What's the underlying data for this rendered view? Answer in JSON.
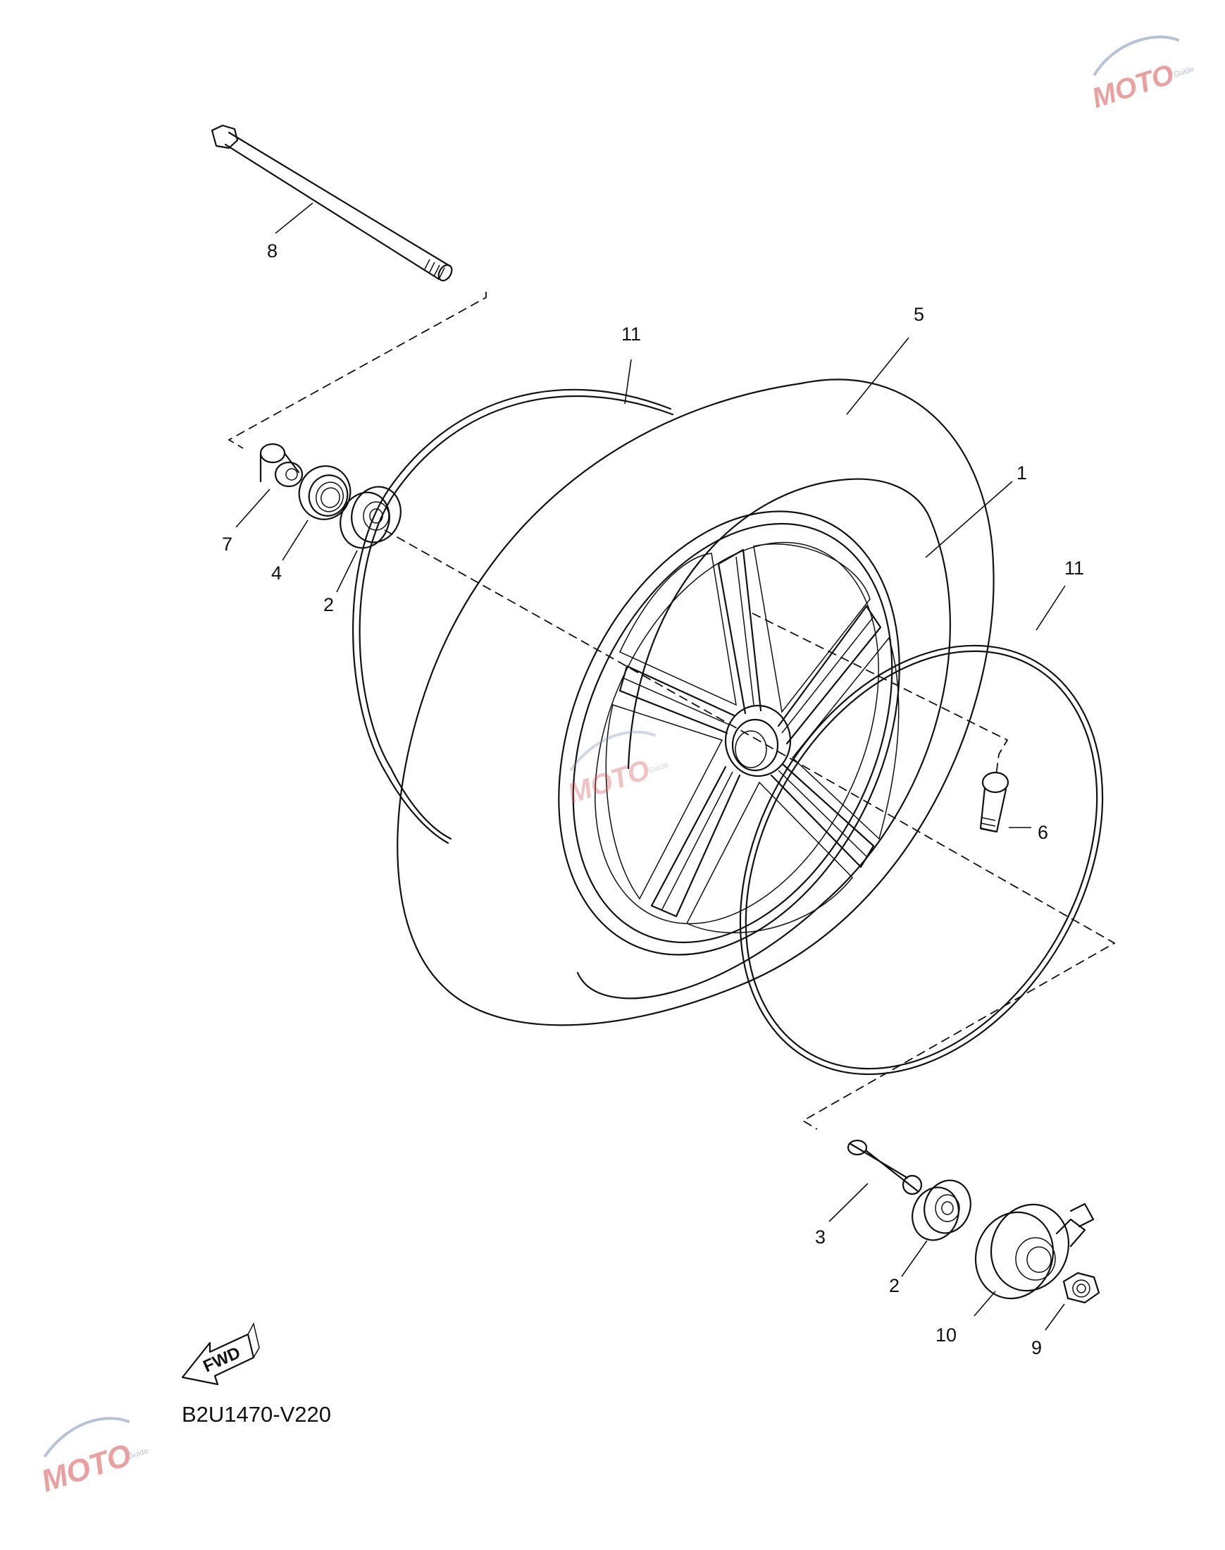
{
  "diagram": {
    "drawing_code": "B2U1470-V220",
    "direction_marker": "FWD",
    "callouts": [
      {
        "id": "c8",
        "text": "8"
      },
      {
        "id": "c11a",
        "text": "11"
      },
      {
        "id": "c5",
        "text": "5"
      },
      {
        "id": "c1",
        "text": "1"
      },
      {
        "id": "c11b",
        "text": "11"
      },
      {
        "id": "c7",
        "text": "7"
      },
      {
        "id": "c4",
        "text": "4"
      },
      {
        "id": "c2a",
        "text": "2"
      },
      {
        "id": "c6",
        "text": "6"
      },
      {
        "id": "c3",
        "text": "3"
      },
      {
        "id": "c2b",
        "text": "2"
      },
      {
        "id": "c10",
        "text": "10"
      },
      {
        "id": "c9",
        "text": "9"
      }
    ]
  },
  "watermark": {
    "brand": "MOTO",
    "sub": "Guide",
    "colors": {
      "primary": "#d9534f",
      "secondary": "#7a8fb8"
    }
  }
}
